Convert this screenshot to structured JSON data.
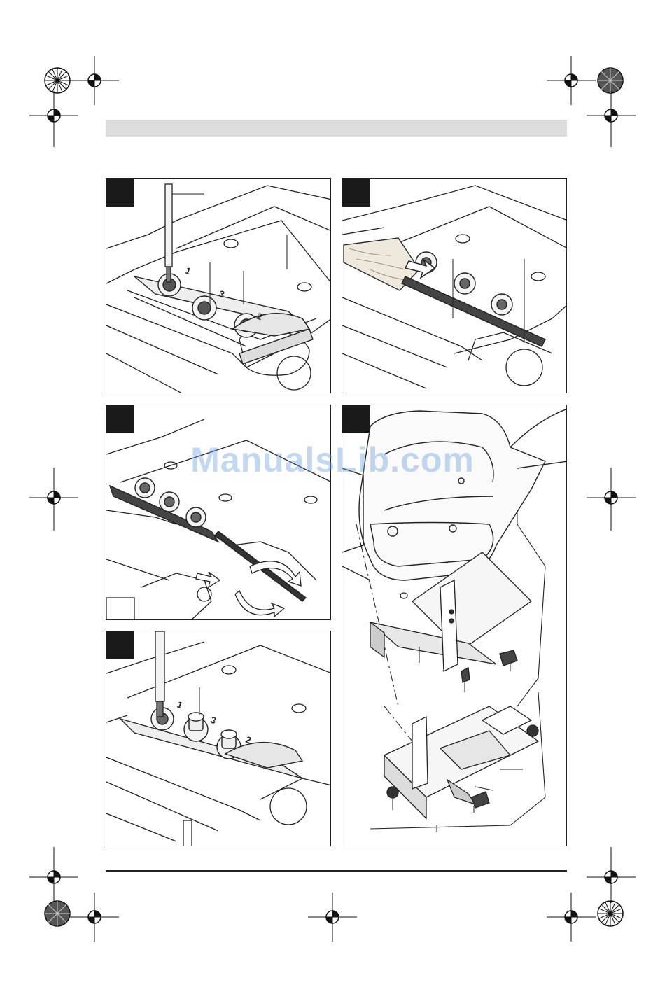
{
  "document": {
    "watermark": "ManualsLib.com",
    "colors": {
      "header_bar": "#dcdcdc",
      "badge": "#1a1a1a",
      "watermark": "#6ea0dc"
    }
  },
  "figures": [
    {
      "id": "fig-top-left",
      "scale_markings": [
        "1",
        "3",
        "2"
      ]
    },
    {
      "id": "fig-top-right",
      "scale_markings": []
    },
    {
      "id": "fig-middle-left",
      "scale_markings": []
    },
    {
      "id": "fig-right-tall",
      "scale_markings": []
    },
    {
      "id": "fig-bottom-left",
      "scale_markings": [
        "1",
        "3",
        "2"
      ]
    }
  ],
  "registration_marks": [
    "registration-mark-top-left-outer",
    "registration-mark-top-left-inner",
    "registration-mark-top-right-inner",
    "registration-mark-top-right-outer",
    "registration-mark-left-upper",
    "registration-mark-right-upper",
    "registration-mark-left-middle",
    "registration-mark-right-middle",
    "registration-mark-left-lower",
    "registration-mark-right-lower",
    "registration-mark-bottom-left-outer",
    "registration-mark-bottom-left-inner",
    "registration-mark-bottom-center",
    "registration-mark-bottom-right-inner",
    "registration-mark-bottom-right-outer"
  ]
}
